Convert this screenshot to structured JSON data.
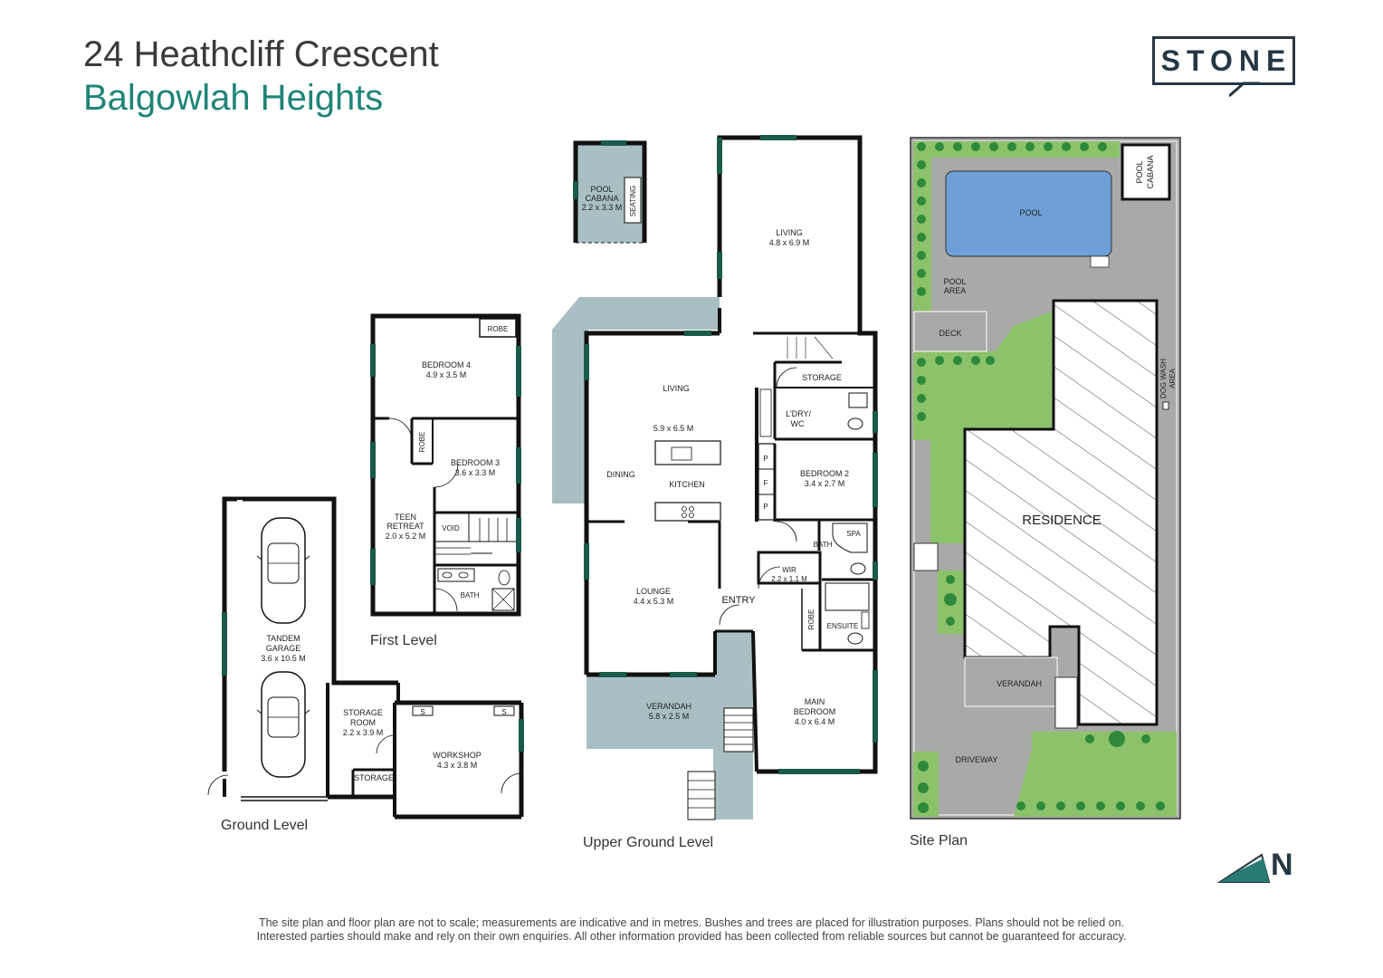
{
  "header": {
    "address_line1": "24 Heathcliff Crescent",
    "address_line2": "Balgowlah Heights"
  },
  "logo": {
    "text": "STONE"
  },
  "colors": {
    "accent": "#1f8478",
    "wall": "#111111",
    "window": "#1a5a4a",
    "outdoor": "#a9bfc4",
    "lawn": "#8cc26a",
    "pool": "#6e9fd6",
    "paving": "#a8aaa8",
    "logo": "#263744"
  },
  "levels": {
    "ground": "Ground Level",
    "first": "First Level",
    "upper_ground": "Upper Ground Level",
    "site": "Site Plan"
  },
  "rooms": {
    "pool_cabana_name": "POOL",
    "pool_cabana_name2": "CABANA",
    "pool_cabana_size": "2.2 x 3.3 M",
    "seating": "SEATING",
    "living_top_name": "LIVING",
    "living_top_size": "4.8 x 6.9 M",
    "robe_first": "ROBE",
    "bedroom4_name": "BEDROOM 4",
    "bedroom4_size": "4.9 x 3.5 M",
    "robe_b3": "ROBE",
    "bedroom3_name": "BEDROOM 3",
    "bedroom3_size": "3.6 x 3.3 M",
    "teen_name1": "TEEN",
    "teen_name2": "RETREAT",
    "teen_size": "2.0 x 5.2 M",
    "void": "VOID",
    "bath_first": "BATH",
    "living_main": "LIVING",
    "living_main_size": "5.9 x 6.5 M",
    "dining": "DINING",
    "kitchen": "KITCHEN",
    "storage_upper": "STORAGE",
    "ldry1": "L'DRY/",
    "ldry2": "WC",
    "pantry_p1": "P",
    "pantry_f": "F",
    "pantry_p2": "P",
    "bedroom2_name": "BEDROOM 2",
    "bedroom2_size": "3.4 x 2.7 M",
    "spa": "SPA",
    "bath_upper": "BATH",
    "wir_name": "WIR",
    "wir_size": "2.2 x 1.1 M",
    "entry": "ENTRY",
    "lounge_name": "LOUNGE",
    "lounge_size": "4.4 x 5.3 M",
    "ensuite": "ENSUITE",
    "robe_main": "ROBE",
    "main_bed_name1": "MAIN",
    "main_bed_name2": "BEDROOM",
    "main_bed_size": "4.0 x 6.4 M",
    "verandah_name": "VERANDAH",
    "verandah_size": "5.8 x 2.5 M",
    "garage_name1": "TANDEM",
    "garage_name2": "GARAGE",
    "garage_size": "3.6 x 10.5 M",
    "storage_room1": "STORAGE",
    "storage_room2": "ROOM",
    "storage_room_size": "2.2 x 3.9 M",
    "storage_small": "STORAGE",
    "workshop_name": "WORKSHOP",
    "workshop_size": "4.3 x 3.8 M",
    "sink_s1": "S",
    "sink_s2": "S"
  },
  "site": {
    "pool": "POOL",
    "pool_cabana1": "POOL",
    "pool_cabana2": "CABANA",
    "pool_area1": "POOL",
    "pool_area2": "AREA",
    "deck": "DECK",
    "dog_wash1": "DOG WASH",
    "dog_wash2": "AREA",
    "residence": "RESIDENCE",
    "verandah": "VERANDAH",
    "driveway": "DRIVEWAY"
  },
  "north": {
    "letter": "N"
  },
  "disclaimer": {
    "line1": "The site plan and floor plan are not to scale; measurements are indicative and in metres. Bushes and trees are placed for illustration purposes. Plans should not be relied on.",
    "line2": "Interested parties should make and rely on their own enquiries. All other information provided has been collected from reliable sources but cannot be guaranteed for accuracy."
  }
}
